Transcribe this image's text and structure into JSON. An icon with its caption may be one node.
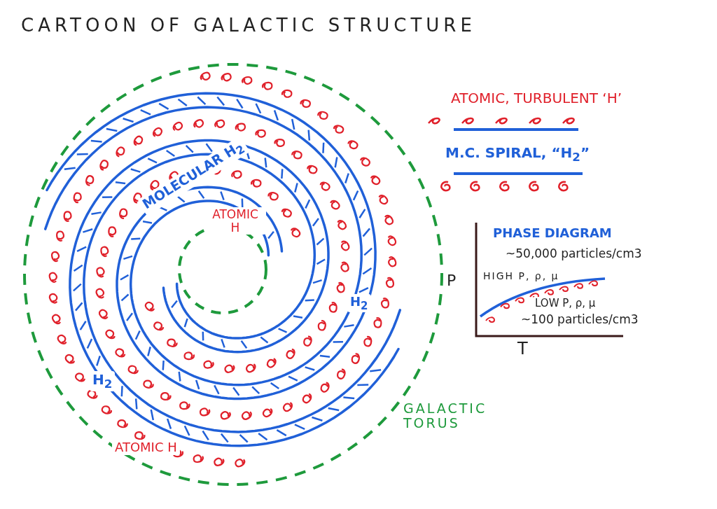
{
  "diagram": {
    "title": "CARTOON OF GALACTIC STRUCTURE",
    "labels": [
      "MOLECULAR H$_{2}$",
      "ATOMIC H",
      "H$_{2}$",
      "H$_{2}$",
      "ATOMIC H",
      "GALACTIC TORUS",
      "PHASE DIAGRAM",
      "~50,000 particles/cm3",
      "HIGH P, ρ, μ",
      "LOW P, ρ, μ",
      "~100 particles/cm3",
      "P",
      "T"
    ],
    "legend": [
      {
        "text": "ATOMIC, TURBULENT ‘H’"
      },
      {
        "text": "M.C. SPIRAL, “H$_{2}$”"
      }
    ]
  }
}
